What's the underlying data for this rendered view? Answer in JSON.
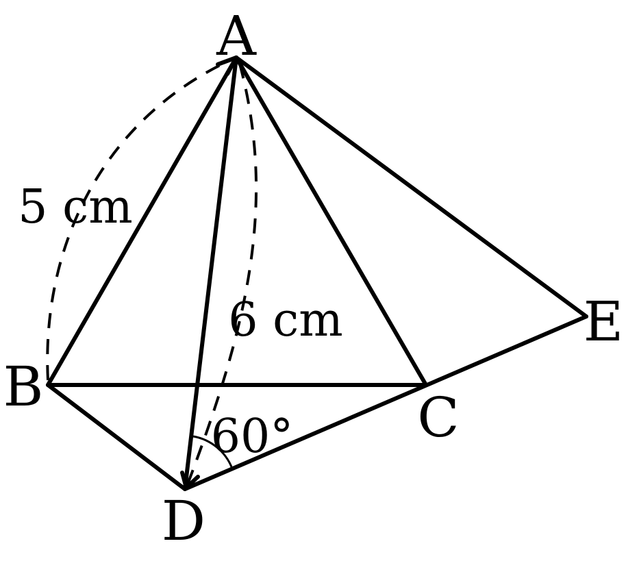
{
  "figure": {
    "vertices": {
      "A": "A",
      "B": "B",
      "C": "C",
      "D": "D",
      "E": "E"
    },
    "measures": {
      "arc_AB": "5 cm",
      "arc_AD": "6 cm",
      "angle_D": "60°"
    }
  }
}
